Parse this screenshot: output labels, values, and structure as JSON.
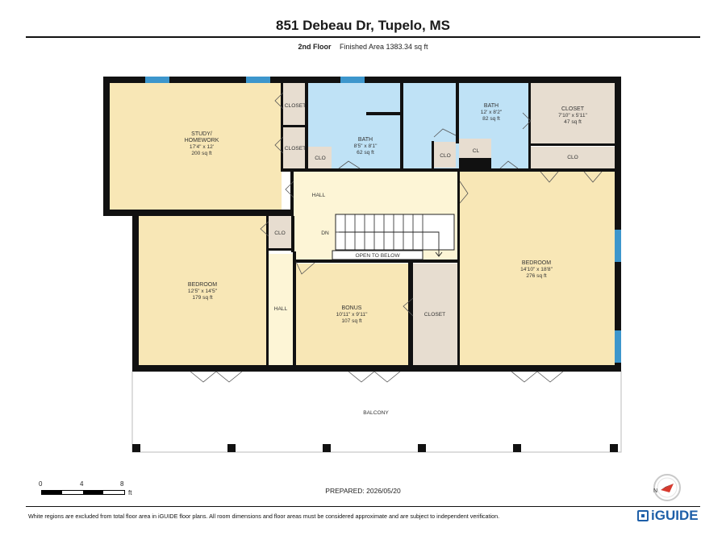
{
  "header": {
    "title": "851 Debeau Dr, Tupelo, MS",
    "floor_label": "2nd Floor",
    "area_label": "Finished Area 1383.34 sq ft"
  },
  "rooms": {
    "study": {
      "name": "STUDY/",
      "name2": "HOMEWORK",
      "dims": "17'4\" x 12'",
      "area": "200 sq ft"
    },
    "bath1": {
      "name": "BATH",
      "dims": "8'5\" x 8'1\"",
      "area": "62 sq ft"
    },
    "bath2": {
      "name": "BATH",
      "dims": "12' x 8'2\"",
      "area": "82 sq ft"
    },
    "closet_ne": {
      "name": "CLOSET",
      "dims": "7'10\" x 5'11\"",
      "area": "47 sq ft"
    },
    "bedroom_w": {
      "name": "BEDROOM",
      "dims": "12'5\" x 14'5\"",
      "area": "179 sq ft"
    },
    "bedroom_e": {
      "name": "BEDROOM",
      "dims": "14'10\" x 18'8\"",
      "area": "276 sq ft"
    },
    "bonus": {
      "name": "BONUS",
      "dims": "10'11\" x 9'11\"",
      "area": "107 sq ft"
    },
    "closet_mid": {
      "name": "CLOSET"
    },
    "closet_small1": {
      "name": "CLOSET"
    },
    "closet_small2": {
      "name": "CLOSET"
    },
    "clo_w": {
      "name": "CLO"
    },
    "clo_bath1": {
      "name": "CLO"
    },
    "clo_bath2": {
      "name": "CLO"
    },
    "cl_bath2": {
      "name": "CL"
    },
    "clo_ne": {
      "name": "CLO"
    },
    "hall_top": {
      "name": "HALL"
    },
    "hall_w": {
      "name": "HALL"
    },
    "stairs_dn": {
      "name": "DN"
    },
    "open_to_below": {
      "name": "OPEN TO BELOW"
    },
    "balcony": {
      "name": "BALCONY"
    }
  },
  "scale_bar": {
    "tick0": "0",
    "tick1": "4",
    "tick2": "8",
    "unit": "ft"
  },
  "prepared": "PREPARED: 2026/05/20",
  "compass": {
    "north_label": "N"
  },
  "footer": {
    "disclaimer": "White regions are excluded from total floor area in iGUIDE floor plans. All room dimensions and floor areas must be considered approximate and are subject to independent verification.",
    "logo": "iGUIDE"
  },
  "colors": {
    "study": "#f8e7b6",
    "bath": "#bfe2f6",
    "closet": "#e7ddd0",
    "hall": "#fdf5d6",
    "wall": "#111111",
    "window": "#3d96cc"
  }
}
